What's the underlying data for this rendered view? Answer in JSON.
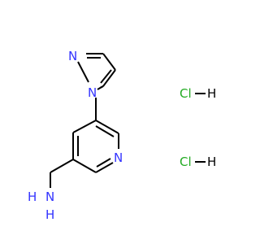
{
  "molecule": {
    "atoms": {
      "pyrazole_n2": "N",
      "pyrazole_n1": "N",
      "pyridine_n": "N",
      "amine_n": "N",
      "amine_h1": "H",
      "amine_h2": "H"
    },
    "salts": [
      {
        "cl": "Cl",
        "h": "H"
      },
      {
        "cl": "Cl",
        "h": "H"
      }
    ]
  },
  "colors": {
    "nitrogen": "#3333ff",
    "chlorine": "#22aa22",
    "bond": "#000000",
    "background": "#ffffff"
  }
}
